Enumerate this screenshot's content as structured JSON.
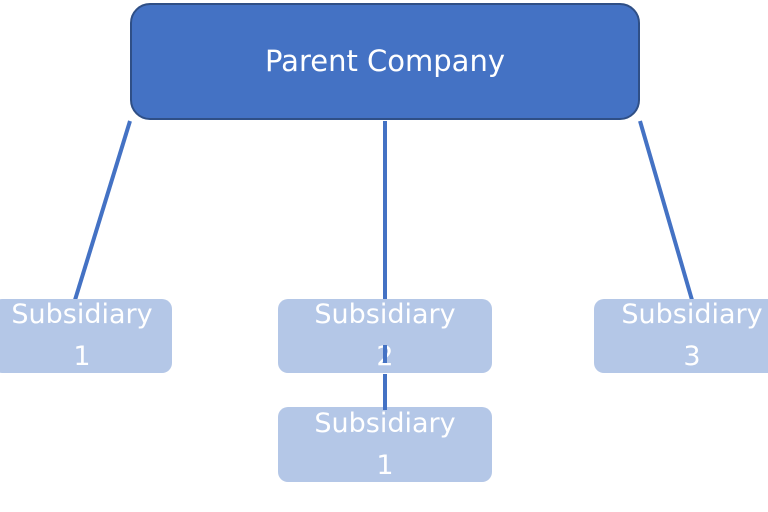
{
  "colors": {
    "parent_fill": "#4472c4",
    "parent_border": "#2f4f86",
    "child_fill": "#b4c7e7",
    "connector": "#4472c4",
    "text": "#ffffff"
  },
  "parent": {
    "label": "Parent Company"
  },
  "subsidiaries": [
    {
      "line1": "Subsidiary",
      "line2": "1"
    },
    {
      "line1": "Subsidiary",
      "line2": "2"
    },
    {
      "line1": "Subsidiary",
      "line2": "3"
    },
    {
      "line1": "Subsidiary",
      "line2": "1"
    }
  ]
}
